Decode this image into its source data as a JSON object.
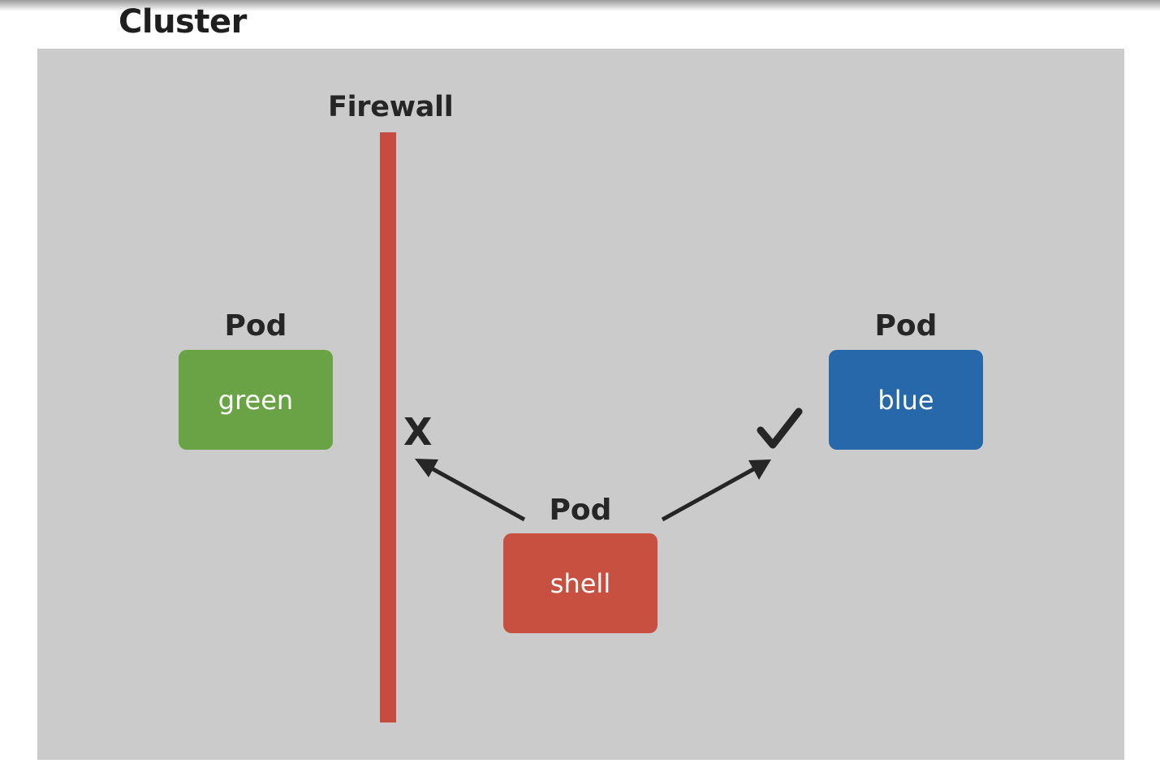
{
  "title": "Cluster",
  "firewall": {
    "label": "Firewall",
    "color": "#c74c3f"
  },
  "pods": {
    "green": {
      "label": "Pod",
      "name": "green",
      "color": "#69a345"
    },
    "blue": {
      "label": "Pod",
      "name": "blue",
      "color": "#2768ab"
    },
    "shell": {
      "label": "Pod",
      "name": "shell",
      "color": "#c75040"
    }
  },
  "connections": {
    "blocked": {
      "from": "shell",
      "to": "green",
      "mark": "X",
      "icon": "cross-icon"
    },
    "allowed": {
      "from": "shell",
      "to": "blue",
      "icon": "checkmark-icon"
    }
  },
  "colors": {
    "cluster_background": "#cbcbcb",
    "text": "#262626"
  }
}
